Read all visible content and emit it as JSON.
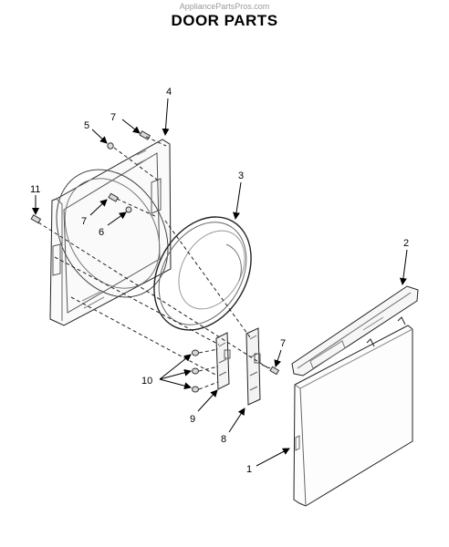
{
  "watermark": "AppliancePartsPros.com",
  "title": "DOOR PARTS",
  "callouts": {
    "c1": "1",
    "c2": "2",
    "c3": "3",
    "c4": "4",
    "c5": "5",
    "c6": "6",
    "c7a": "7",
    "c7b": "7",
    "c7c": "7",
    "c8": "8",
    "c9": "9",
    "c10": "10",
    "c11": "11"
  }
}
